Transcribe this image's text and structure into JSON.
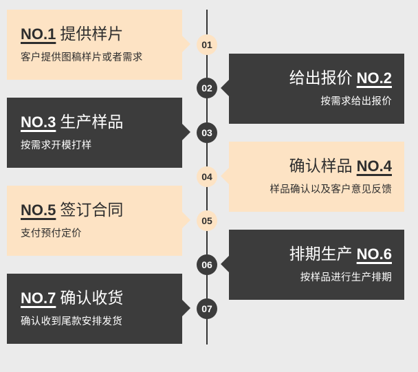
{
  "steps": [
    {
      "no": "NO.1",
      "title": "提供样片",
      "desc": "客户提供图稿样片或者需求",
      "num": "01"
    },
    {
      "no": "NO.2",
      "title": "给出报价",
      "desc": "按需求给出报价",
      "num": "02"
    },
    {
      "no": "NO.3",
      "title": "生产样品",
      "desc": "按需求开模打样",
      "num": "03"
    },
    {
      "no": "NO.4",
      "title": "确认样品",
      "desc": "样品确认以及客户意见反馈",
      "num": "04"
    },
    {
      "no": "NO.5",
      "title": "签订合同",
      "desc": "支付预付定价",
      "num": "05"
    },
    {
      "no": "NO.6",
      "title": "排期生产",
      "desc": "按样品进行生产排期",
      "num": "06"
    },
    {
      "no": "NO.7",
      "title": "确认收货",
      "desc": "确认收到尾款安排发货",
      "num": "07"
    }
  ],
  "colors": {
    "background": "#ebebeb",
    "light_card": "#fde3c4",
    "dark_card": "#3c3c3c",
    "line": "#333333"
  }
}
